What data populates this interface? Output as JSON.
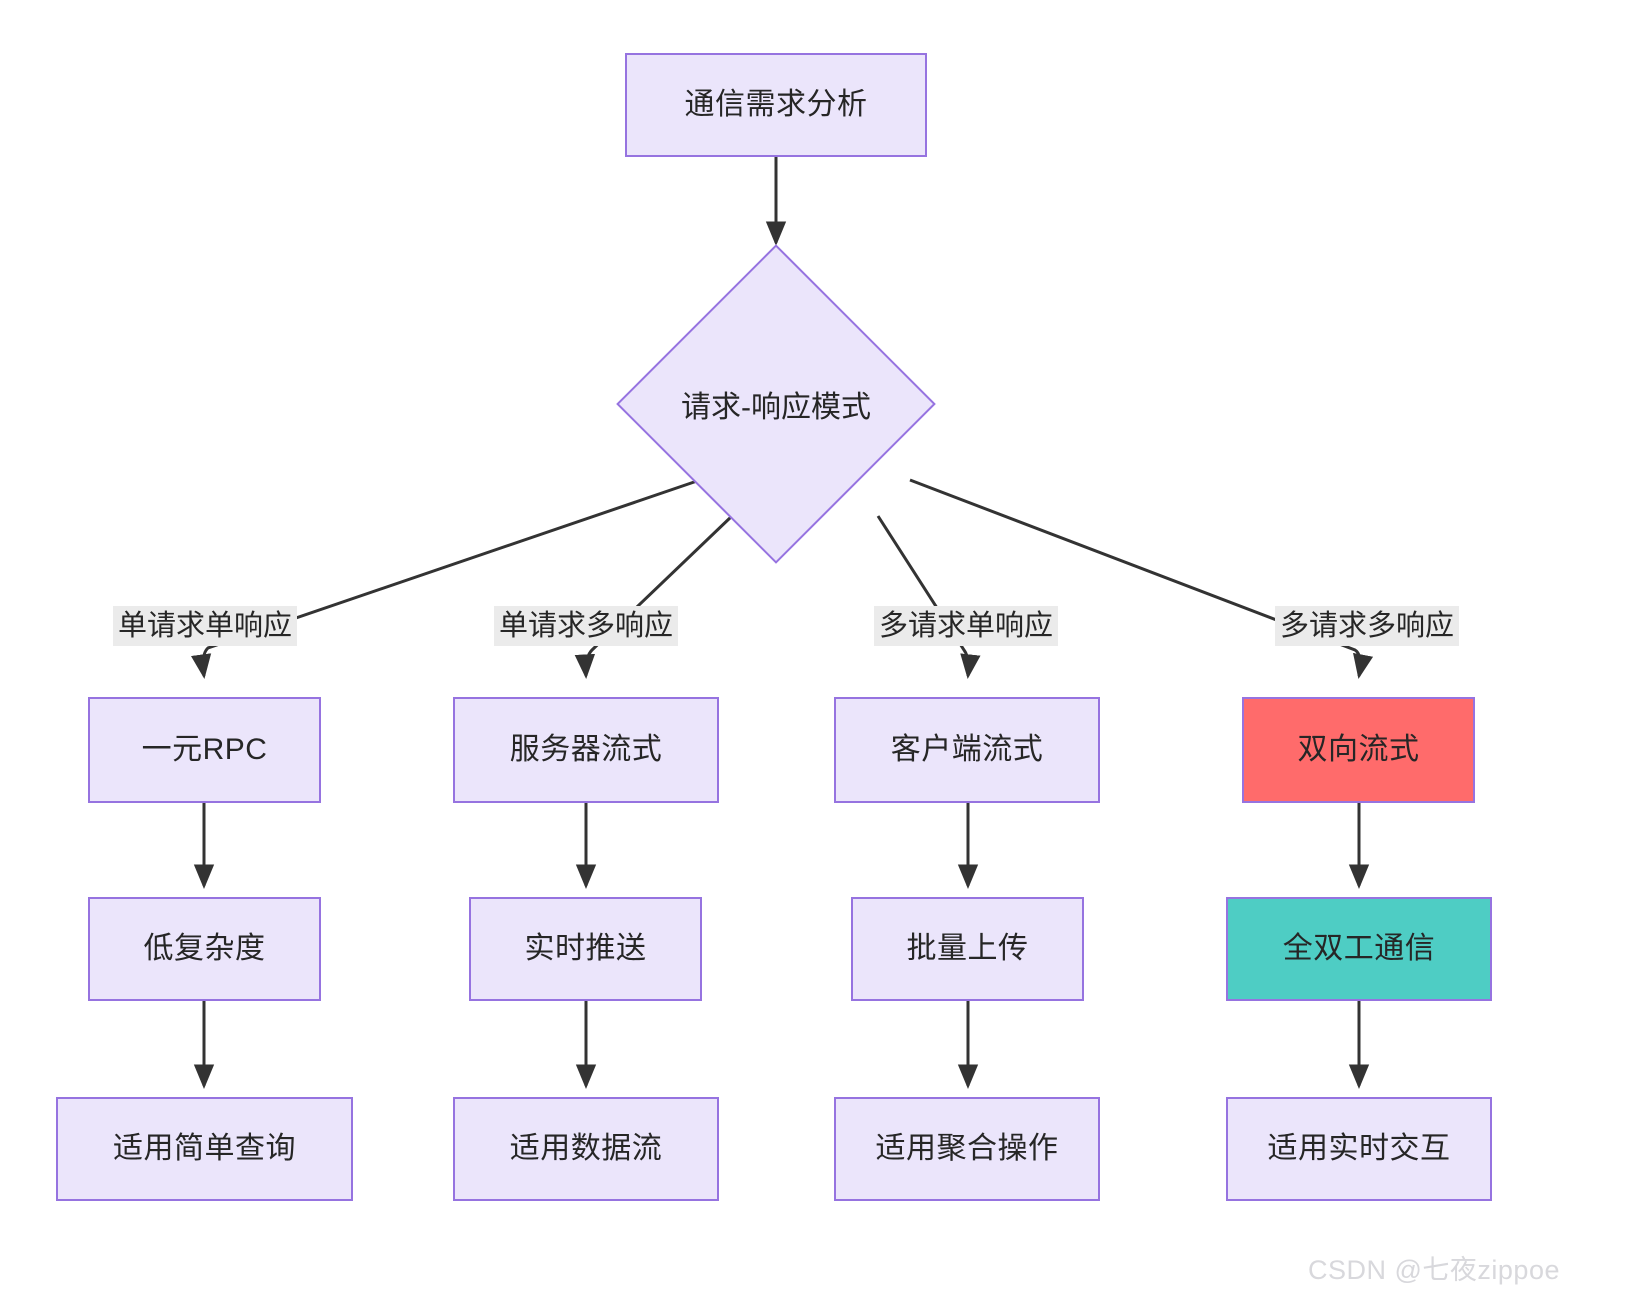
{
  "diagram": {
    "title_node": {
      "label": "通信需求分析"
    },
    "decision_node": {
      "label": "请求-响应模式"
    },
    "edge_labels": [
      {
        "label": "单请求单响应"
      },
      {
        "label": "单请求多响应"
      },
      {
        "label": "多请求单响应"
      },
      {
        "label": "多请求多响应"
      }
    ],
    "columns": [
      {
        "mode": "一元RPC",
        "trait": "低复杂度",
        "usecase": "适用简单查询"
      },
      {
        "mode": "服务器流式",
        "trait": "实时推送",
        "usecase": "适用数据流"
      },
      {
        "mode": "客户端流式",
        "trait": "批量上传",
        "usecase": "适用聚合操作"
      },
      {
        "mode": "双向流式",
        "trait": "全双工通信",
        "usecase": "适用实时交互"
      }
    ],
    "colors": {
      "node_fill": "#ebe5fb",
      "node_border": "#9673e0",
      "highlight_red": "#ff6b6b",
      "highlight_teal": "#4ecdc4",
      "edge_label_bg": "#ebebeb",
      "edge_stroke": "#333333",
      "text": "#262626",
      "watermark": "#d8d8dc"
    }
  },
  "watermark": {
    "text": "CSDN @七夜zippoe"
  }
}
